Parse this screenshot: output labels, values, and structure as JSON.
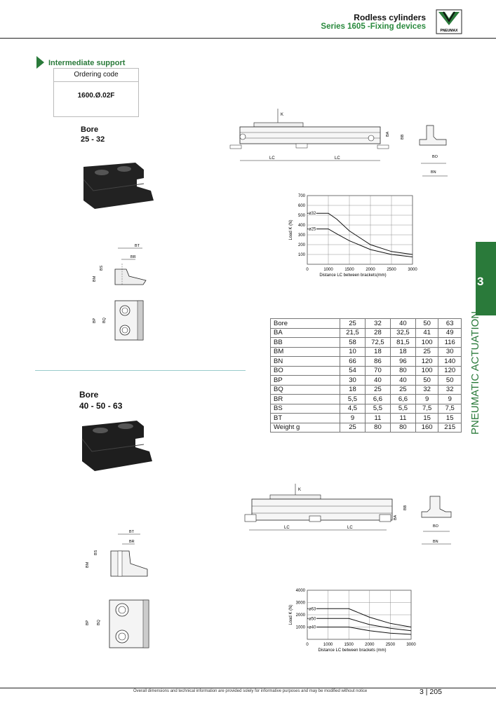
{
  "header": {
    "title": "Rodless cylinders",
    "subtitle": "Series 1605 -Fixing devices",
    "logo_text": "PNEUMAX"
  },
  "section": {
    "title": "Intermediate support"
  },
  "ordering": {
    "label": "Ordering code",
    "code": "1600.Ø.02F"
  },
  "bore1": {
    "label": "Bore",
    "range": "25 - 32"
  },
  "bore2": {
    "label": "Bore",
    "range": "40 - 50 - 63"
  },
  "drawing_labels": {
    "k": "K",
    "ba": "BA",
    "bb": "BB",
    "lc": "LC",
    "bo": "BO",
    "bn": "BN",
    "bt": "BT",
    "br": "BR",
    "bs": "BS",
    "bm": "BM",
    "bp": "BP",
    "bq": "BQ"
  },
  "spec_table": {
    "rows": [
      [
        "Bore",
        "25",
        "32",
        "40",
        "50",
        "63"
      ],
      [
        "BA",
        "21,5",
        "28",
        "32,5",
        "41",
        "49"
      ],
      [
        "BB",
        "58",
        "72,5",
        "81,5",
        "100",
        "116"
      ],
      [
        "BM",
        "10",
        "18",
        "18",
        "25",
        "30"
      ],
      [
        "BN",
        "66",
        "86",
        "96",
        "120",
        "140"
      ],
      [
        "BO",
        "54",
        "70",
        "80",
        "100",
        "120"
      ],
      [
        "BP",
        "30",
        "40",
        "40",
        "50",
        "50"
      ],
      [
        "BQ",
        "18",
        "25",
        "25",
        "32",
        "32"
      ],
      [
        "BR",
        "5,5",
        "6,6",
        "6,6",
        "9",
        "9"
      ],
      [
        "BS",
        "4,5",
        "5,5",
        "5,5",
        "7,5",
        "7,5"
      ],
      [
        "BT",
        "9",
        "11",
        "11",
        "15",
        "15"
      ],
      [
        "Weight g",
        "25",
        "80",
        "80",
        "160",
        "215"
      ]
    ]
  },
  "chart_data": [
    {
      "type": "line",
      "xlabel": "Distance LC between brackets(mm)",
      "ylabel": "Load K (N)",
      "xlim": [
        0,
        3000
      ],
      "ylim": [
        0,
        700
      ],
      "xticks": [
        "0",
        "1000",
        "1500",
        "2000",
        "2500",
        "3000"
      ],
      "yticks": [
        "100",
        "200",
        "300",
        "400",
        "500",
        "600",
        "700"
      ],
      "grid": true,
      "series": [
        {
          "name": "ø32",
          "x": [
            0,
            1000,
            1200,
            1500,
            2000,
            2500,
            3000
          ],
          "values": [
            520,
            520,
            460,
            340,
            200,
            130,
            100
          ]
        },
        {
          "name": "ø25",
          "x": [
            0,
            1000,
            1200,
            1500,
            2000,
            2500,
            3000
          ],
          "values": [
            360,
            360,
            310,
            240,
            150,
            100,
            75
          ]
        }
      ]
    },
    {
      "type": "line",
      "xlabel": "Distance LC between brackets (mm)",
      "ylabel": "Load K (N)",
      "xlim": [
        0,
        3000
      ],
      "ylim": [
        0,
        4000
      ],
      "xticks": [
        "0",
        "1000",
        "1500",
        "2000",
        "2500",
        "3000"
      ],
      "yticks": [
        "1000",
        "2000",
        "3000",
        "4000"
      ],
      "grid": true,
      "series": [
        {
          "name": "ø63",
          "x": [
            0,
            1500,
            2000,
            2500,
            3000
          ],
          "values": [
            2500,
            2500,
            1800,
            1300,
            1000
          ]
        },
        {
          "name": "ø50",
          "x": [
            0,
            1500,
            2000,
            2500,
            3000
          ],
          "values": [
            1700,
            1700,
            1200,
            900,
            700
          ]
        },
        {
          "name": "ø40",
          "x": [
            0,
            1500,
            2000,
            2500,
            3000
          ],
          "values": [
            1000,
            1000,
            700,
            500,
            400
          ]
        }
      ]
    }
  ],
  "side": {
    "number": "3",
    "text": "PNEUMATIC ACTUATION"
  },
  "footer": {
    "disclaimer": "Overall dimensions and technical information are provided solely for informative purposes and may be modified without notice",
    "page": "3 | 205"
  },
  "colors": {
    "accent": "#2a7a3a"
  }
}
